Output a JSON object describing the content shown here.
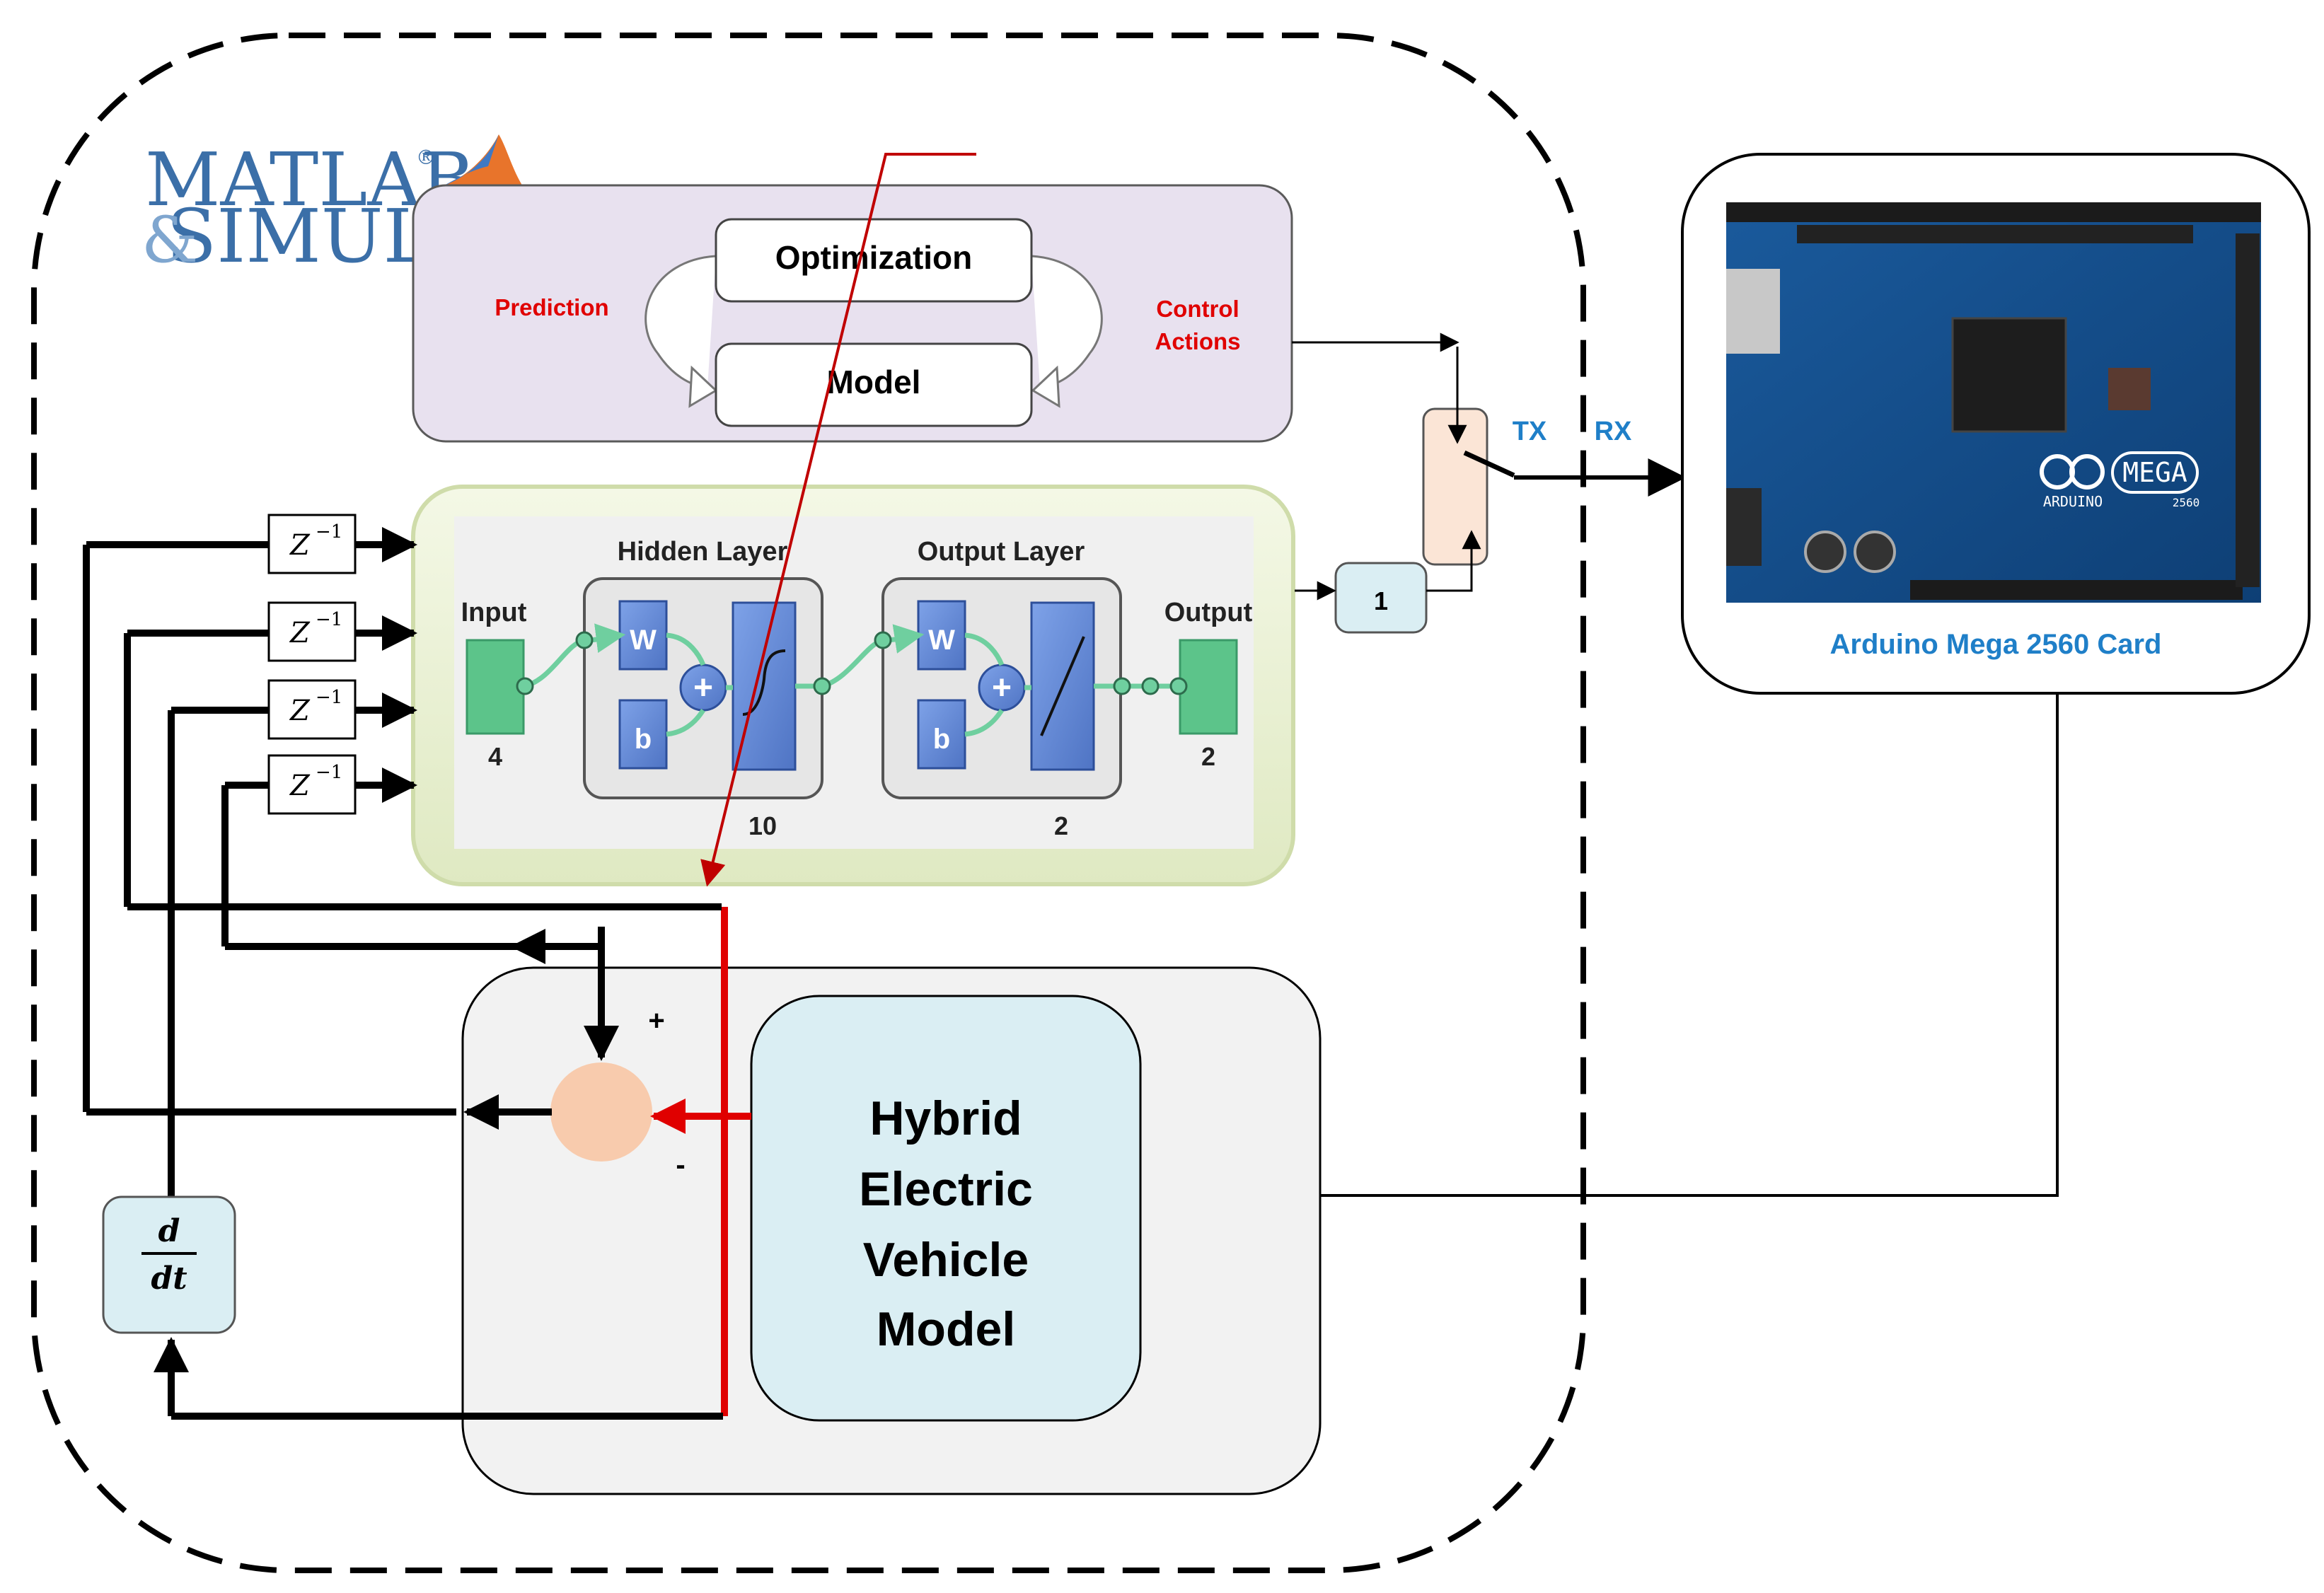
{
  "logo": {
    "line1": "MATLAB",
    "line2": "SIMULINK",
    "ampersand": "&",
    "reg": "®"
  },
  "mpc": {
    "optimization": "Optimization",
    "model": "Model",
    "prediction": "Prediction",
    "control_actions_line1": "Control",
    "control_actions_line2": "Actions"
  },
  "neural_net": {
    "input_label": "Input",
    "input_count": "4",
    "hidden_title": "Hidden Layer",
    "hidden_count": "10",
    "output_layer_title": "Output Layer",
    "output_layer_count": "2",
    "output_label": "Output",
    "output_count": "2",
    "weight": "W",
    "bias": "b"
  },
  "delay_block": {
    "z": "Z",
    "exp": "−1"
  },
  "constant_block": "1",
  "serial": {
    "tx": "TX",
    "rx": "RX"
  },
  "arduino": {
    "caption": "Arduino Mega 2560 Card",
    "board_text": "MEGA",
    "board_brand": "ARDUINO",
    "board_model": "2560"
  },
  "sum": {
    "plus": "+",
    "minus": "-"
  },
  "plant": {
    "line1": "Hybrid",
    "line2": "Electric",
    "line3": "Vehicle",
    "line4": "Model"
  },
  "derivative": {
    "num": "d",
    "den": "dt"
  },
  "colors": {
    "mpc_bg": "#e8e1ef",
    "nn_bg": "#eef3dc",
    "plant_region": "#f2f2f2",
    "plant_block": "#daeef3",
    "switch_fill": "#fbe5d6",
    "sum_fill": "#f8cbad",
    "label_red": "#e00000",
    "label_blue": "#1f7fc8",
    "nn_node": "#5f86d6",
    "nn_io": "#5cc48a"
  }
}
